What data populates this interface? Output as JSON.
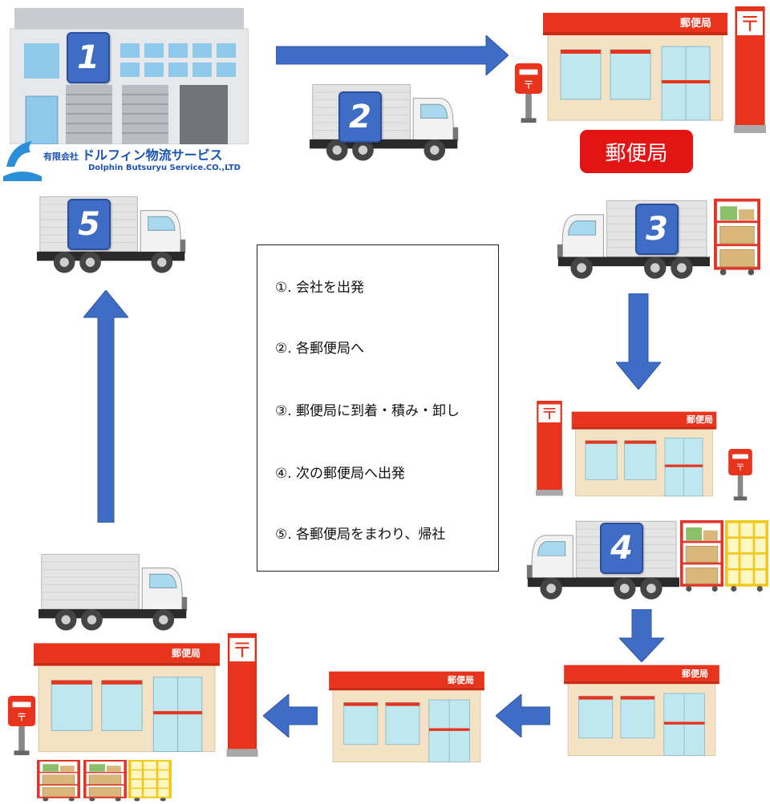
{
  "company": {
    "name_prefix": "有限会社",
    "name_main": "ドルフィン物流サービス",
    "name_en": "Dolphin Butsuryu Service.CO.,LTD"
  },
  "post_office": {
    "sign": "郵便局",
    "mark": "〒",
    "big_label": "郵便局"
  },
  "steps": [
    {
      "badge": "1",
      "text": "①. 会社を出発"
    },
    {
      "badge": "2",
      "text": "②. 各郵便局へ"
    },
    {
      "badge": "3",
      "text": "③. 郵便局に到着・積み・卸し"
    },
    {
      "badge": "4",
      "text": "④. 次の郵便局へ出発"
    },
    {
      "badge": "5",
      "text": "⑤. 各郵便局をまわり、帰社"
    }
  ],
  "colors": {
    "arrow": "#3f6cc4",
    "post_red": "#e8341c",
    "label_red": "#e31414",
    "building_beige": "#f3e2c4"
  }
}
